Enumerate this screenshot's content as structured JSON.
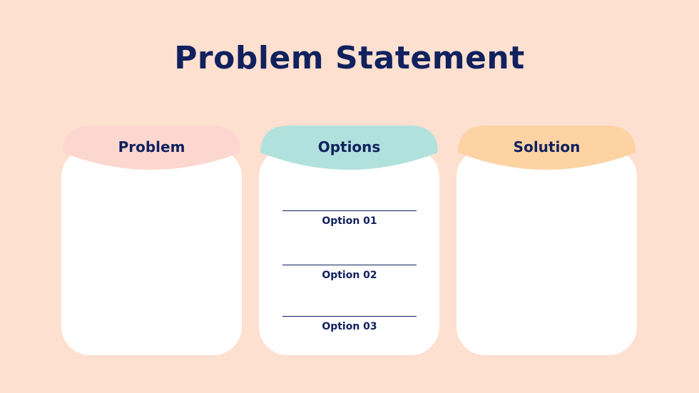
{
  "title": "Problem Statement",
  "colors": {
    "background": "#fde0d0",
    "problem": "#fcd7cf",
    "options": "#b1e1dc",
    "solution": "#fdd3a4",
    "text": "#11215e"
  },
  "cards": [
    {
      "label": "Problem"
    },
    {
      "label": "Options",
      "items": [
        "Option 01",
        "Option 02",
        "Option 03"
      ]
    },
    {
      "label": "Solution"
    }
  ]
}
